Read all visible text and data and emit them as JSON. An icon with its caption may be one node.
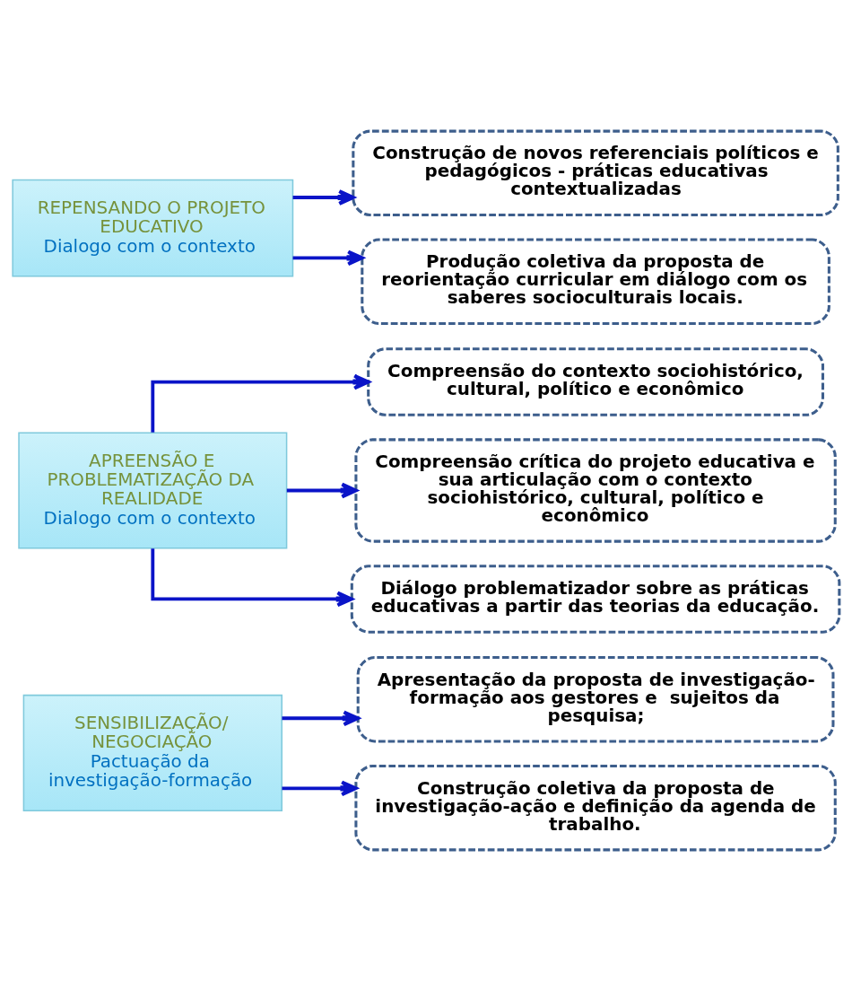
{
  "diagram": {
    "nodes": [
      {
        "text": [
          "SENSIBILIZAÇÃO/ NEGOCIAÇÃO",
          "Pactuação da investigação-formação"
        ]
      },
      {
        "text": [
          "Apresentação da proposta de investigação-formação aos gestores e  sujeitos da pesquisa;"
        ]
      },
      {
        "text": [
          "Construção coletiva da proposta de investigação-ação e definição da agenda de trabalho."
        ]
      },
      {
        "text": [
          "APREENSÃO E PROBLEMATIZAÇÃO DA REALIDADE",
          "Dialogo com o contexto"
        ]
      },
      {
        "text": [
          "Compreensão do contexto sociohistórico, cultural, político e econômico"
        ]
      },
      {
        "text": [
          "Compreensão crítica do projeto educativa e sua articulação com o contexto sociohistórico, cultural, político e econômico"
        ]
      },
      {
        "text": [
          "Diálogo problematizador sobre as práticas educativas a partir das teorias da educação."
        ]
      },
      {
        "text": [
          "REPENSANDO O PROJETO EDUCATIVO",
          "Dialogo com o contexto"
        ]
      },
      {
        "text": [
          "Construção de novos referenciais políticos e pedagógicos - práticas educativas contextualizadas"
        ]
      },
      {
        "text": [
          "Produção coletiva da proposta de reorientação curricular em diálogo com os saberes socioculturais locais."
        ]
      }
    ],
    "edges": [
      {
        "from": 0,
        "to": 1,
        "arrow": "to"
      },
      {
        "from": 0,
        "to": 2,
        "arrow": "to"
      },
      {
        "from": 3,
        "to": 4,
        "arrow": "to"
      },
      {
        "from": 3,
        "to": 5,
        "arrow": "to"
      },
      {
        "from": 3,
        "to": 6,
        "arrow": "to"
      },
      {
        "from": 7,
        "to": 8,
        "arrow": "to"
      },
      {
        "from": 7,
        "to": 9,
        "arrow": "to"
      }
    ]
  }
}
